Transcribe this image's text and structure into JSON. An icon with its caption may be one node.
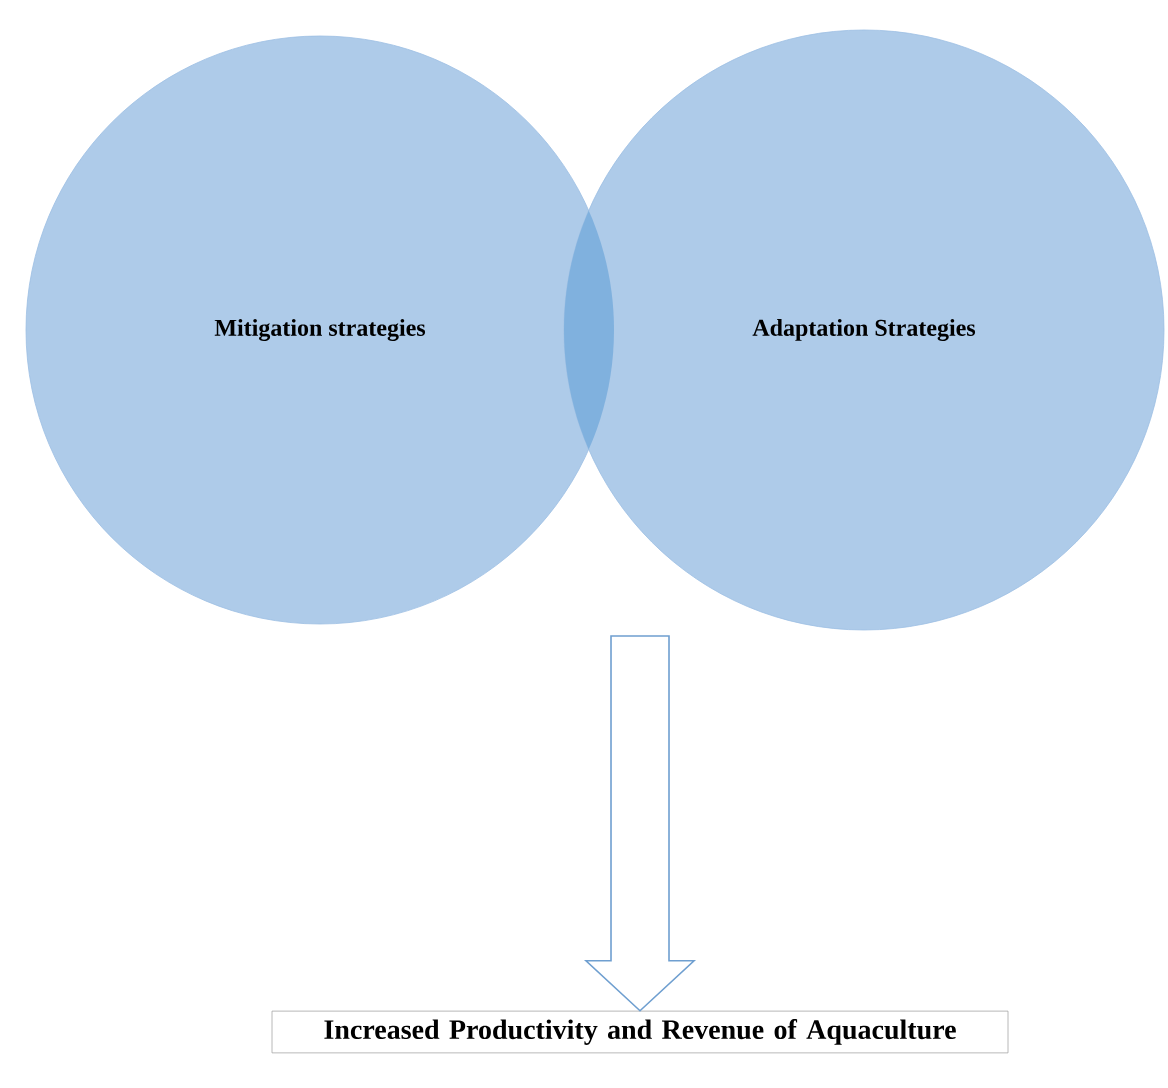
{
  "diagram": {
    "nodes": [
      {
        "text": [
          "Mitigation strategies"
        ]
      },
      {
        "text": [
          "Adaptation Strategies"
        ]
      },
      {
        "text": [
          "Increased Productivity and Revenue of Aquaculture"
        ]
      }
    ],
    "edges": [
      {
        "from": null,
        "to": 2,
        "arrow": "to"
      }
    ]
  }
}
